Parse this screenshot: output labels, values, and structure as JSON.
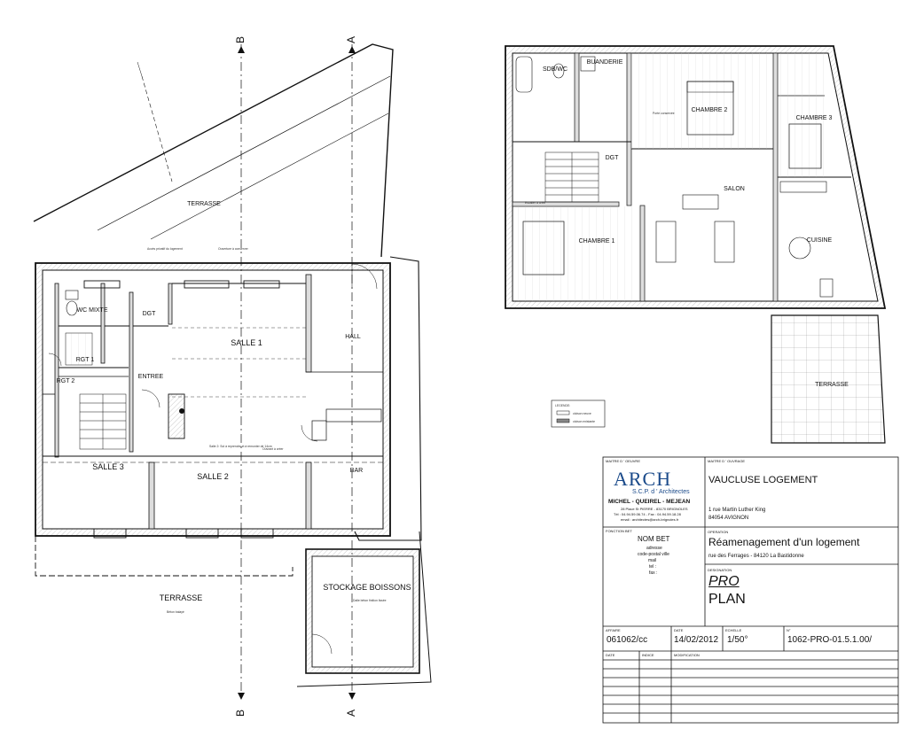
{
  "ground_floor": {
    "rooms": [
      {
        "id": "terrasse-n",
        "name": "TERRASSE"
      },
      {
        "id": "wc",
        "name": "WC MIXTE"
      },
      {
        "id": "dgt",
        "name": "DGT"
      },
      {
        "id": "salle1",
        "name": "SALLE 1"
      },
      {
        "id": "hall",
        "name": "HALL"
      },
      {
        "id": "rgt1",
        "name": "RGT 1"
      },
      {
        "id": "rgt2",
        "name": "RGT 2"
      },
      {
        "id": "entree",
        "name": "ENTREE"
      },
      {
        "id": "salle3",
        "name": "SALLE 3"
      },
      {
        "id": "salle2",
        "name": "SALLE 2"
      },
      {
        "id": "bar",
        "name": "BAR"
      },
      {
        "id": "terrasse-s",
        "name": "TERRASSE"
      },
      {
        "id": "stockage",
        "name": "STOCKAGE BOISSONS"
      }
    ],
    "notes": [
      "Accès privatif du logement",
      "Salle 2: Sol à reprendre et à remonter de 14cm",
      "Béton balayé",
      "Dalle béton finition lissée",
      "Ouverture à conserver",
      "Ouvrant à créer",
      "Escalier à créer",
      "Porte conservée"
    ]
  },
  "upper_floor": {
    "rooms": [
      {
        "id": "sdb",
        "name": "SDB/WC"
      },
      {
        "id": "buanderie",
        "name": "BUANDERIE"
      },
      {
        "id": "chambre2",
        "name": "CHAMBRE 2"
      },
      {
        "id": "chambre3",
        "name": "CHAMBRE 3"
      },
      {
        "id": "dgt2",
        "name": "DGT"
      },
      {
        "id": "salon",
        "name": "SALON"
      },
      {
        "id": "chambre1",
        "name": "CHAMBRE 1"
      },
      {
        "id": "cuisine",
        "name": "CUISINE"
      },
      {
        "id": "terrasse-up",
        "name": "TERRASSE"
      }
    ]
  },
  "section_marks": [
    "B",
    "A",
    "B",
    "A"
  ],
  "legend": {
    "title": "LEGENDE:",
    "items": [
      "cloison neuve",
      "cloison existante"
    ]
  },
  "cartouche": {
    "moa_label": "MAITRE D ' OEUVRE",
    "mo_label": "MAITRE D ' OUVRAGE",
    "arch_logo": "ARCH",
    "arch_sub": "S.C.P. d ' Architectes",
    "arch_names": "MICHEL - QUEIREL - MEJEAN",
    "arch_addr": "28 Place St PIERRE - 83170 BRIGNOLES",
    "arch_tel": "Tél : 04.94.59.06.74 - Fax : 04.94.59.18.28",
    "arch_email": "email : architectes@arch-brignoles.fr",
    "client_name": "VAUCLUSE LOGEMENT",
    "client_addr1": "1 rue Martin Luther King",
    "client_addr2": "84054 AVIGNON",
    "bet_label": "FONCTION BET",
    "bet_name": "NOM BET",
    "bet_lines": [
      "adresse",
      "code-postal ville",
      "mail",
      "tel :",
      "fax :"
    ],
    "op_label": "OPERATION",
    "op_title": "Réamenagement d'un logement",
    "op_addr": "rue des Ferrages - 84120 La Bastidonne",
    "desig_label": "DESIGNATION",
    "desig1": "PRO",
    "desig2": "PLAN",
    "affaire_label": "AFFAIRE",
    "date_label": "DATE",
    "echelle_label": "ECHELLE",
    "no_label": "N°",
    "affaire": "061062/cc",
    "date": "14/02/2012",
    "echelle": "1/50°",
    "numero": "1062-PRO-01.5.1.00/",
    "rev_headers": [
      "DATE",
      "INDICE",
      "MODIFICATION"
    ]
  },
  "colors": {
    "ink": "#111111",
    "hatch": "#888888",
    "wall_fill": "#dddddd"
  }
}
